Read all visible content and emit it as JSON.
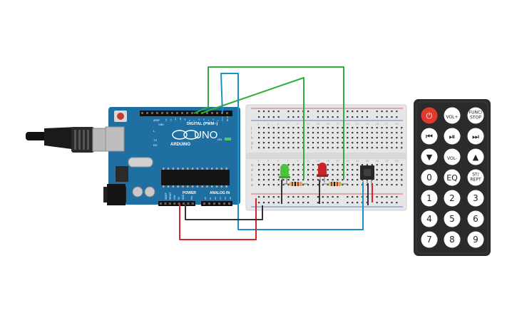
{
  "arduino": {
    "brand": "ARDUINO",
    "model": "UNO",
    "digital_label": "DIGITAL (PWM~)",
    "power_label": "POWER",
    "analog_label": "ANALOG IN",
    "aref": "AREF",
    "gnd": "GND",
    "led_l": "L",
    "tx": "TX",
    "rx": "RX",
    "on": "ON",
    "ioref": "IOREF",
    "reset": "RESET",
    "v33": "3.3V",
    "v5": "5V",
    "gnd_power": "GND",
    "vin": "Vin",
    "digital_pins": [
      "13",
      "12",
      "~11",
      "~10",
      "~9",
      "8",
      "7",
      "~6",
      "~5",
      "4",
      "~3",
      "2",
      "TX 1",
      "RX 0"
    ],
    "analog_pins": [
      "A0",
      "A1",
      "A2",
      "A3",
      "A4",
      "A5"
    ]
  },
  "breadboard": {
    "row_letters_top": [
      "j",
      "i",
      "h",
      "g",
      "f"
    ],
    "row_letters_bottom": [
      "e",
      "d",
      "c",
      "b",
      "a"
    ],
    "column_numbers": [
      "1",
      "3",
      "5",
      "7",
      "9",
      "11",
      "13",
      "15",
      "17",
      "19",
      "21",
      "23",
      "25",
      "27",
      "29"
    ]
  },
  "remote": {
    "buttons": [
      {
        "id": "power",
        "label": "⏻"
      },
      {
        "id": "vol-up",
        "label": "VOL+"
      },
      {
        "id": "func-stop",
        "label": "FUNC/ STOP"
      },
      {
        "id": "prev",
        "label": "⏮"
      },
      {
        "id": "play-pause",
        "label": "⏯"
      },
      {
        "id": "next",
        "label": "⏭"
      },
      {
        "id": "down",
        "label": "▼"
      },
      {
        "id": "vol-down",
        "label": "VOL-"
      },
      {
        "id": "up",
        "label": "▲"
      },
      {
        "id": "0",
        "label": "0"
      },
      {
        "id": "eq",
        "label": "EQ"
      },
      {
        "id": "st-rept",
        "label": "ST/ REPT"
      },
      {
        "id": "1",
        "label": "1"
      },
      {
        "id": "2",
        "label": "2"
      },
      {
        "id": "3",
        "label": "3"
      },
      {
        "id": "4",
        "label": "4"
      },
      {
        "id": "5",
        "label": "5"
      },
      {
        "id": "6",
        "label": "6"
      },
      {
        "id": "7",
        "label": "7"
      },
      {
        "id": "8",
        "label": "8"
      },
      {
        "id": "9",
        "label": "9"
      }
    ]
  },
  "colors": {
    "arduino_board": "#1f6fa3",
    "wire_green": "#2fae3a",
    "wire_blue": "#1e90c8",
    "wire_red": "#d2262b",
    "wire_black": "#333333",
    "led_green": "#49c43f",
    "led_red": "#c8242a",
    "remote_body": "#2b2b2b",
    "remote_power": "#e03a2f"
  }
}
